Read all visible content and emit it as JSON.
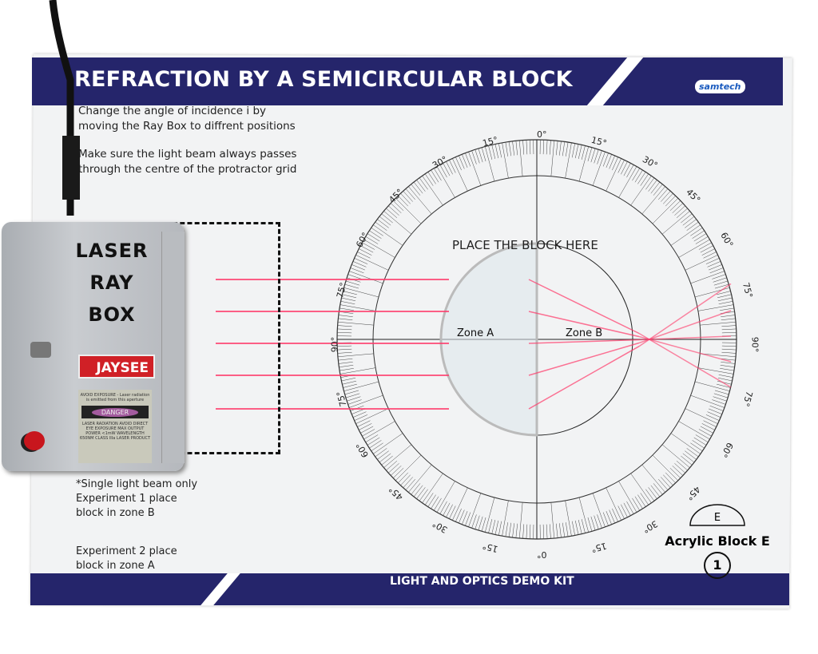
{
  "header": {
    "title": "REFRACTION BY A SEMICIRCULAR BLOCK",
    "logo": "samtech"
  },
  "instructions": [
    "Change the angle of incidence i by",
    "moving the Ray Box to diffrent positions",
    "Make sure the light beam always passes",
    "through the centre of the protractor grid"
  ],
  "notes": [
    "*Single light beam only",
    "Experiment 1 place",
    "block in zone B",
    "Experiment 2 place",
    "block in zone A"
  ],
  "ray_box": {
    "line1": "LASER",
    "line2": "RAY",
    "line3": "BOX",
    "brand": "JAYSEE",
    "warning_top": "AVOID EXPOSURE - Laser radiation is emitted from this aperture",
    "danger": "DANGER",
    "warning_bottom": "LASER RADIATION AVOID DIRECT EYE EXPOSURE MAX OUTPUT POWER <1mW WAVELENGTH 650NM CLASS IIIa LASER PRODUCT"
  },
  "protractor": {
    "angle_labels": [
      "90°",
      "75°",
      "60°",
      "45°",
      "30°",
      "15°",
      "0°",
      "15°",
      "30°",
      "45°",
      "60°",
      "75°",
      "90°"
    ],
    "place_text": "PLACE THE BLOCK HERE",
    "zone_a": "Zone A",
    "zone_b": "Zone B"
  },
  "block": {
    "letter": "E",
    "name": "Acrylic Block E",
    "number": "1"
  },
  "footer": {
    "title": "LIGHT AND OPTICS DEMO KIT"
  },
  "colors": {
    "navy": "#25256b",
    "laser": "#ff3a6a",
    "brand_red": "#d02026"
  }
}
